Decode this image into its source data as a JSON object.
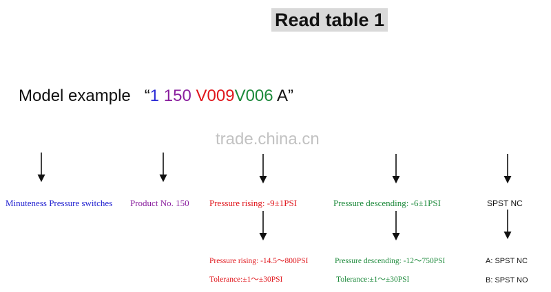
{
  "title": "Read table 1",
  "model": {
    "label": "Model example",
    "open_quote": "“",
    "close_quote": "”",
    "parts": [
      {
        "text": "1",
        "color": "#2a2ad6"
      },
      {
        "text": "150",
        "color": "#8a1f9e"
      },
      {
        "text": "V009",
        "color": "#e0161c"
      },
      {
        "text": "V006",
        "color": "#1e8a3c"
      },
      {
        "text": "A",
        "color": "#111111"
      }
    ]
  },
  "watermark": "trade.china.cn",
  "row1": {
    "type": {
      "text": "Minuteness Pressure switches",
      "color": "#1f1fd0"
    },
    "product": {
      "text": "Product No. 150",
      "color": "#8a1f9e"
    },
    "rising": {
      "text": "Pressure rising: -9±1PSI",
      "color": "#e0161c"
    },
    "descending": {
      "text": "Pressure descending: -6±1PSI",
      "color": "#1e8a3c"
    },
    "switch": {
      "text": "SPST NC",
      "color": "#111111"
    }
  },
  "row2": {
    "rising_range": {
      "text": "Pressure rising: -14.5～800PSI",
      "color": "#e0161c"
    },
    "rising_tolerance": {
      "text": "Tolerance:±1～±30PSI",
      "color": "#e0161c"
    },
    "descending_range": {
      "text": "Pressure descending: -12～750PSI",
      "color": "#1e8a3c"
    },
    "descending_tolerance": {
      "text": "Tolerance:±1～±30PSI",
      "color": "#1e8a3c"
    },
    "switch_a": {
      "text": "A: SPST NC",
      "color": "#111111"
    },
    "switch_b": {
      "text": "B: SPST NO",
      "color": "#111111"
    }
  },
  "icons": {
    "arrow": "down-arrow-icon"
  }
}
